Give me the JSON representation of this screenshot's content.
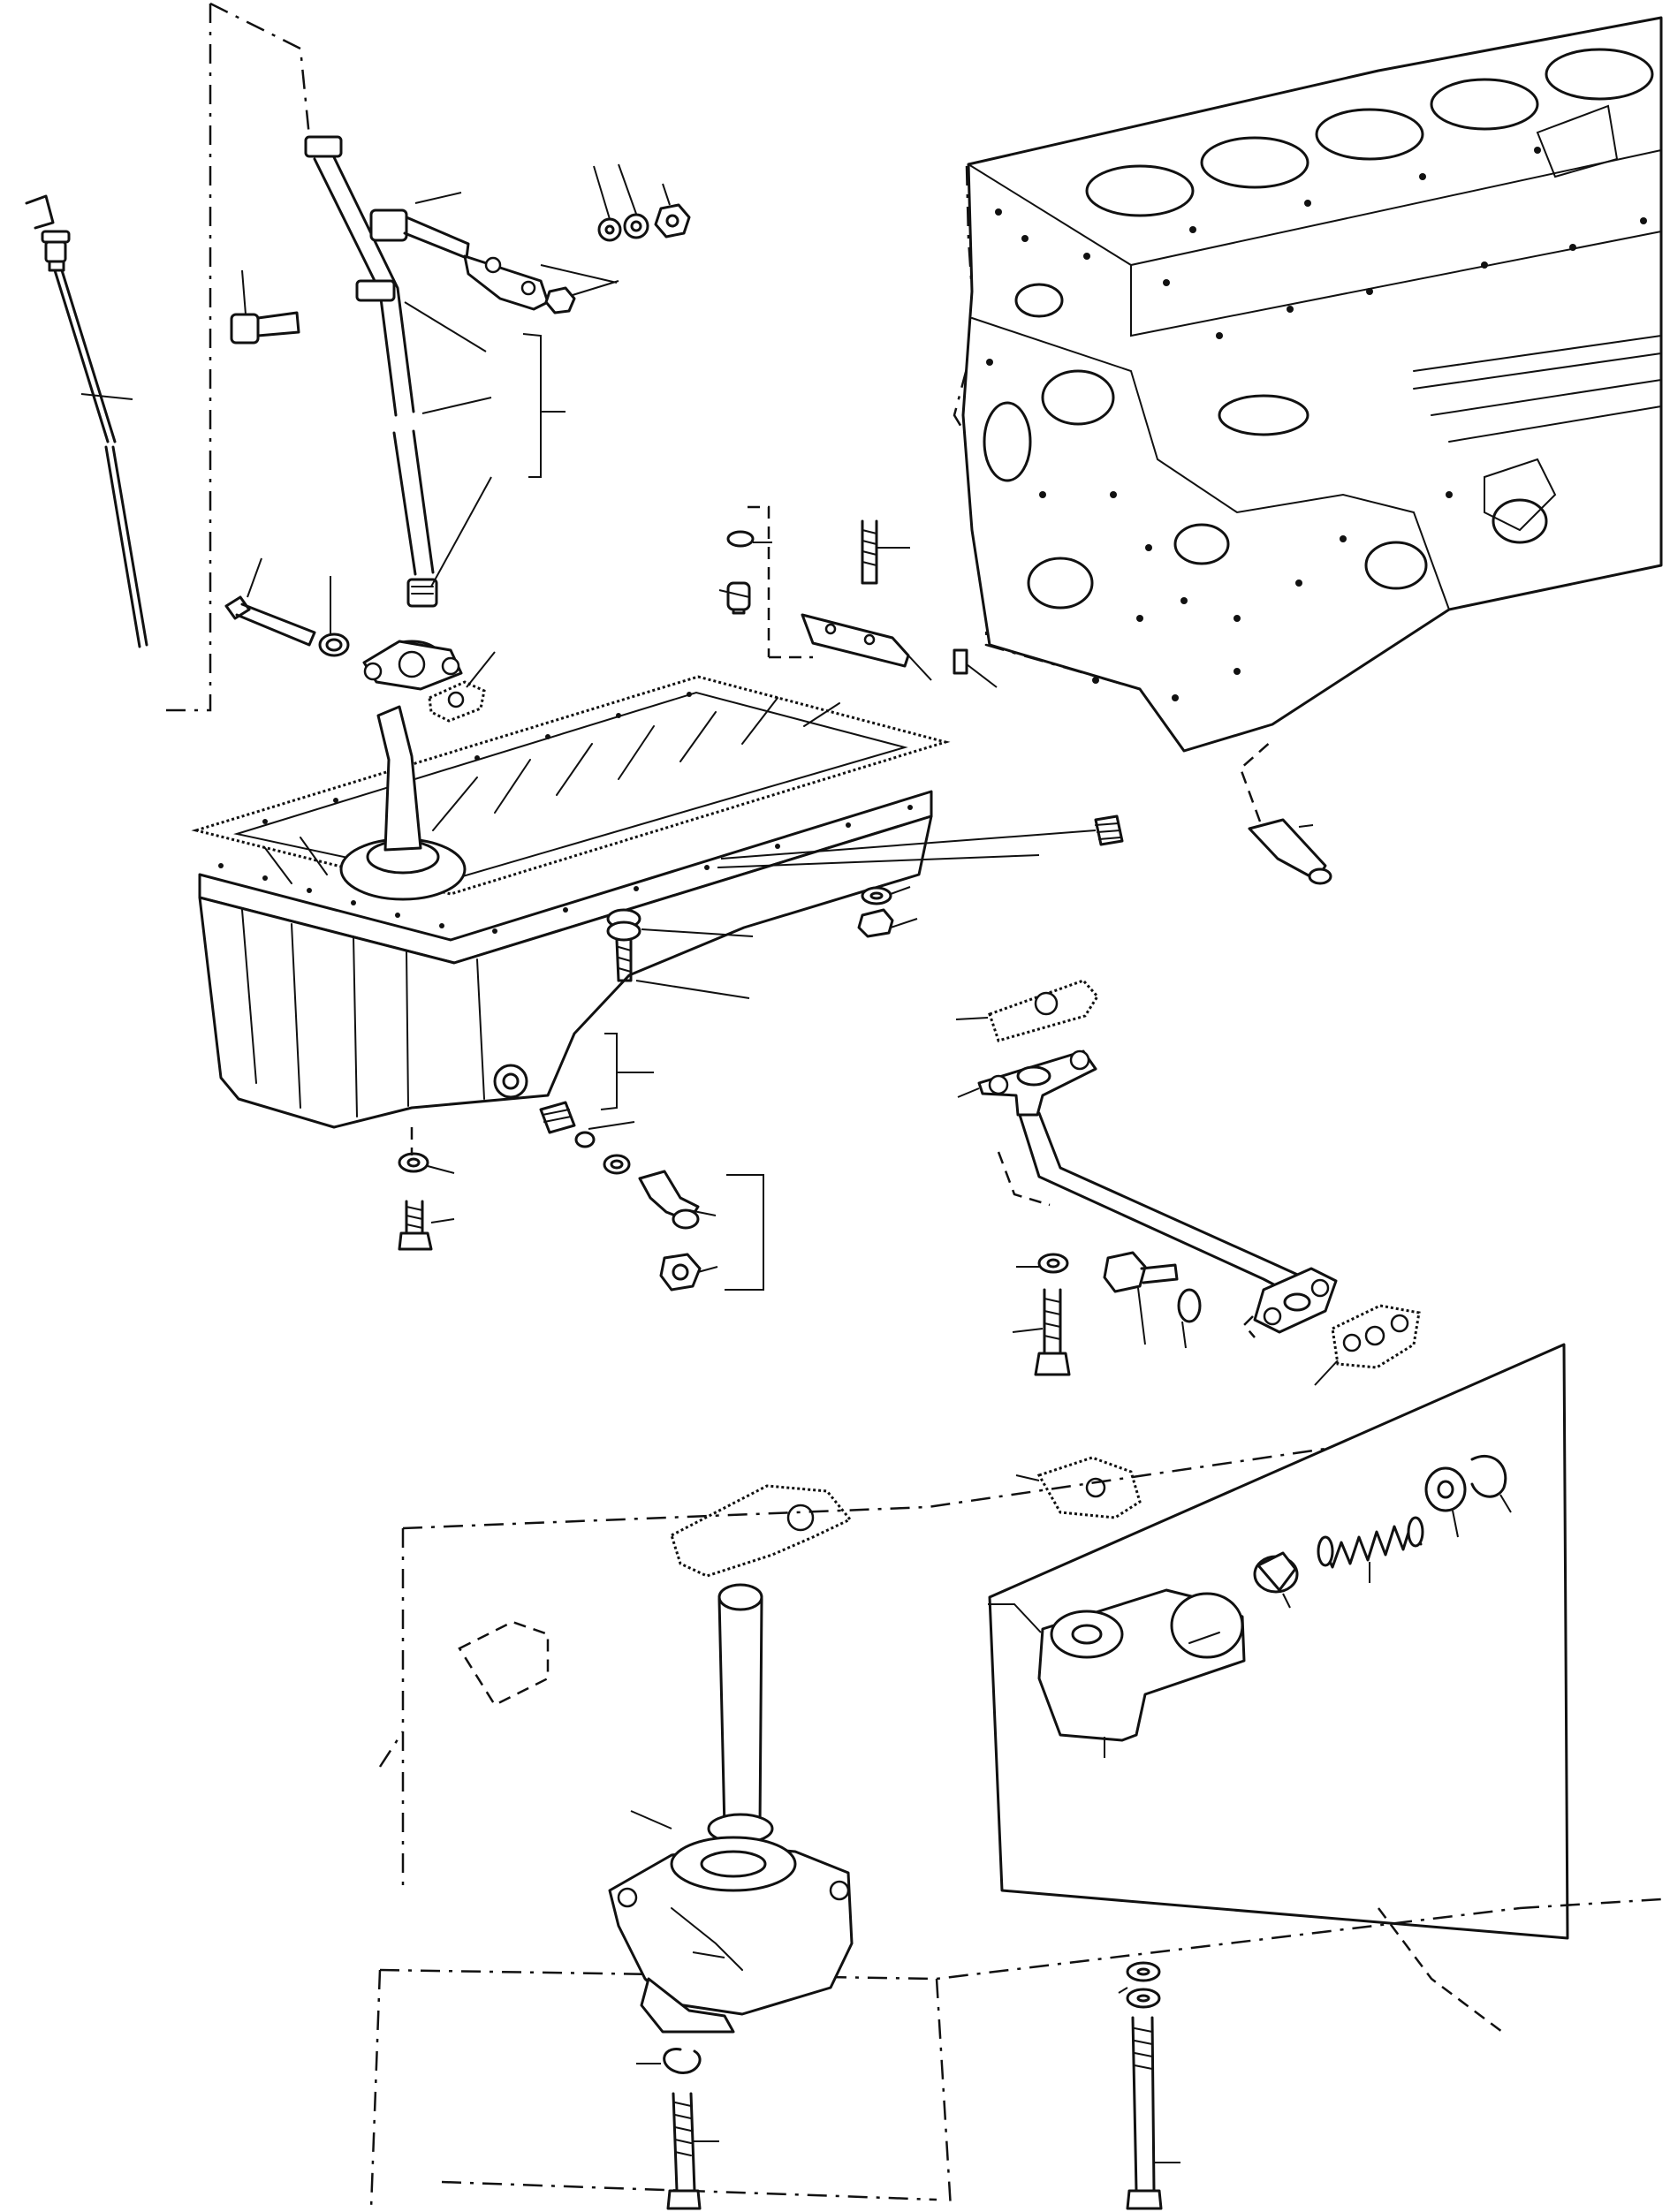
{
  "diagram": {
    "subject": "engine-lubrication-exploded-view",
    "parts": [
      "dipstick",
      "dipstick-tube",
      "oil-filler-tube",
      "tube-clip",
      "tube-bolt",
      "oil-sump",
      "sump-gasket",
      "cylinder-block",
      "drain-plug",
      "drain-fitting",
      "oil-pickup-pipe",
      "pickup-gasket",
      "relief-valve-housing",
      "relief-valve-plunger",
      "relief-valve-spring",
      "relief-valve-washer",
      "circlip",
      "oil-pump",
      "pump-gasket",
      "pump-stud",
      "pump-bolt"
    ],
    "line_color": "#111111",
    "background_color": "#ffffff"
  }
}
